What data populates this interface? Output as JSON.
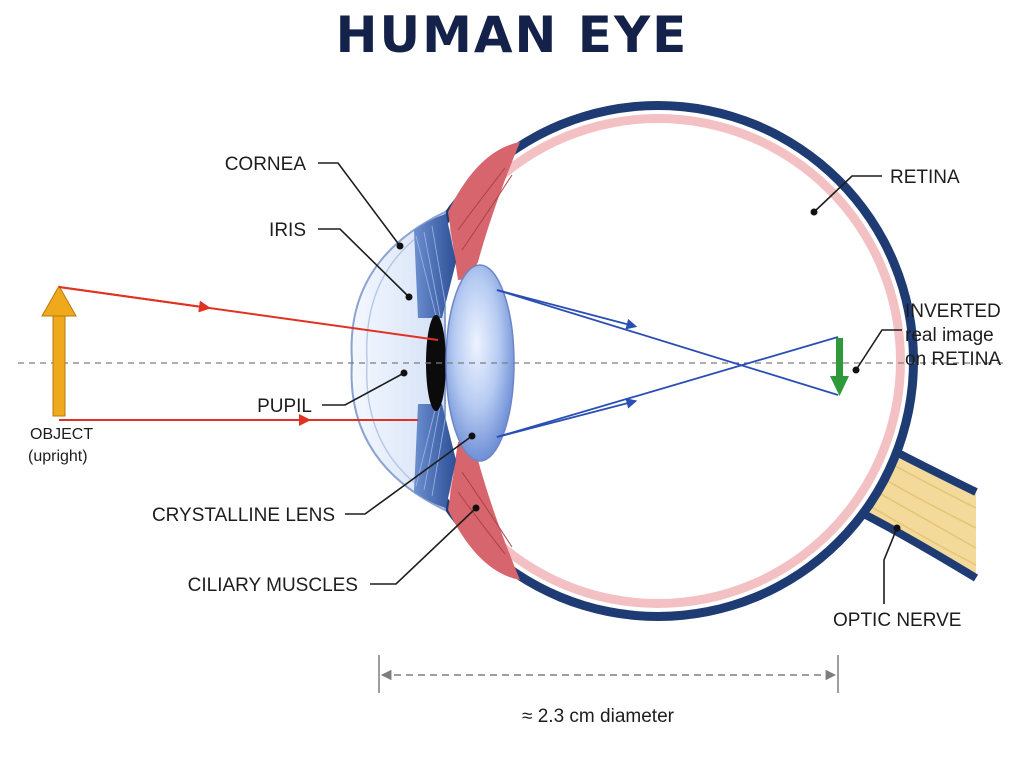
{
  "title": "HUMAN EYE",
  "labels": {
    "cornea": "CORNEA",
    "iris": "IRIS",
    "pupil": "PUPIL",
    "crystalline_lens": "CRYSTALLINE LENS",
    "ciliary_muscles": "CILIARY MUSCLES",
    "retina": "RETINA",
    "inverted_line1": "INVERTED",
    "inverted_line2": "real image",
    "inverted_line3": "on RETINA",
    "optic_nerve": "OPTIC NERVE",
    "object_line1": "OBJECT",
    "object_line2": "(upright)"
  },
  "dimension": "≈ 2.3 cm diameter",
  "colors": {
    "title": "#14224a",
    "sclera": "#1f3b73",
    "choroid": "#f3c1c3",
    "ciliary": "#d7656d",
    "iris": "#3f62a6",
    "lens": "#a9c1ef",
    "object_arrow": "#f0a81c",
    "image_arrow": "#2f9a3a",
    "ray_outside": "#e03222",
    "ray_inside": "#2a4fb4",
    "optic_nerve": "#f3d99a",
    "axis": "#7d7d7d"
  }
}
